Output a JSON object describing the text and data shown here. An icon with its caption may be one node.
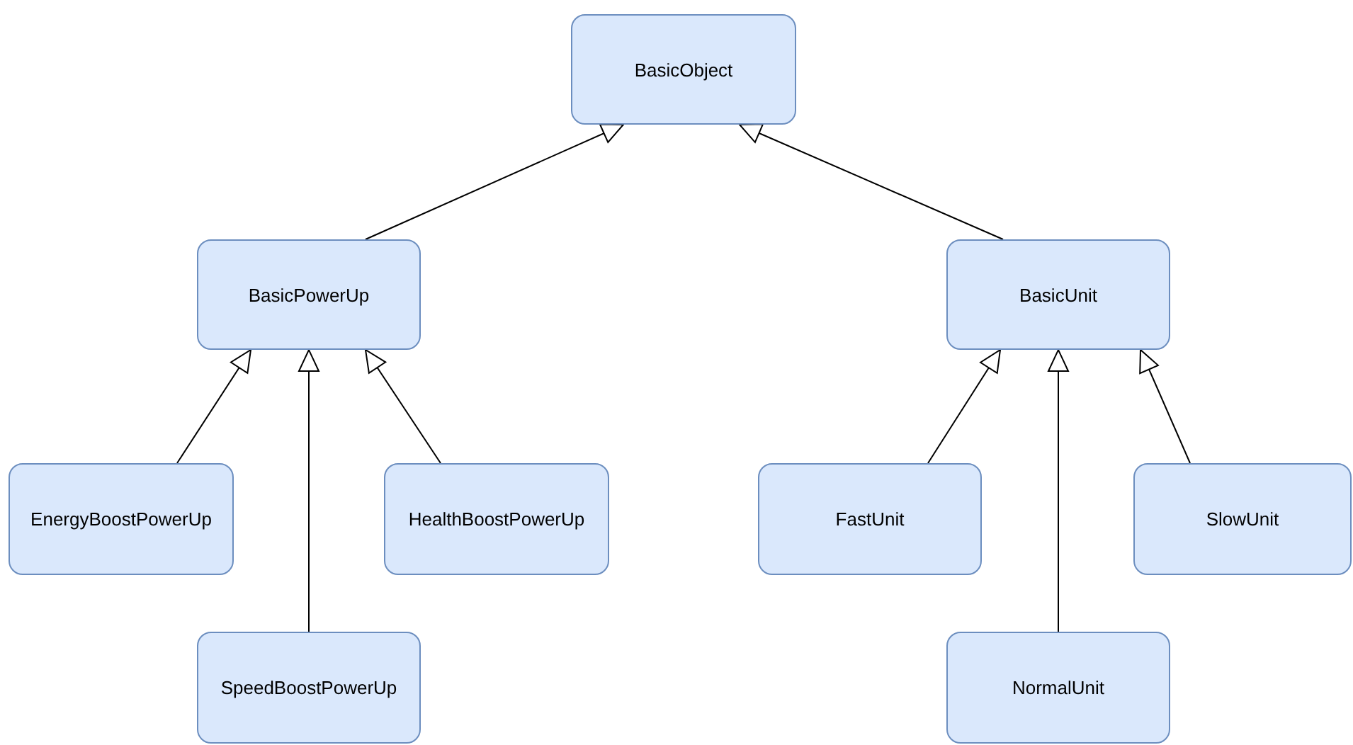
{
  "diagram": {
    "nodes": [
      {
        "text": [
          "BasicObject"
        ]
      },
      {
        "text": [
          "BasicPowerUp"
        ]
      },
      {
        "text": [
          "BasicUnit"
        ]
      },
      {
        "text": [
          "EnergyBoostPowerUp"
        ]
      },
      {
        "text": [
          "HealthBoostPowerUp"
        ]
      },
      {
        "text": [
          "SpeedBoostPowerUp"
        ]
      },
      {
        "text": [
          "FastUnit"
        ]
      },
      {
        "text": [
          "SlowUnit"
        ]
      },
      {
        "text": [
          "NormalUnit"
        ]
      }
    ],
    "edges": [
      {
        "from": 1,
        "to": 0,
        "arrow": "to"
      },
      {
        "from": 2,
        "to": 0,
        "arrow": "to"
      },
      {
        "from": 3,
        "to": 1,
        "arrow": "to"
      },
      {
        "from": 5,
        "to": 1,
        "arrow": "to"
      },
      {
        "from": 4,
        "to": 1,
        "arrow": "to"
      },
      {
        "from": 6,
        "to": 2,
        "arrow": "to"
      },
      {
        "from": 8,
        "to": 2,
        "arrow": "to"
      },
      {
        "from": 7,
        "to": 2,
        "arrow": "to"
      }
    ]
  }
}
